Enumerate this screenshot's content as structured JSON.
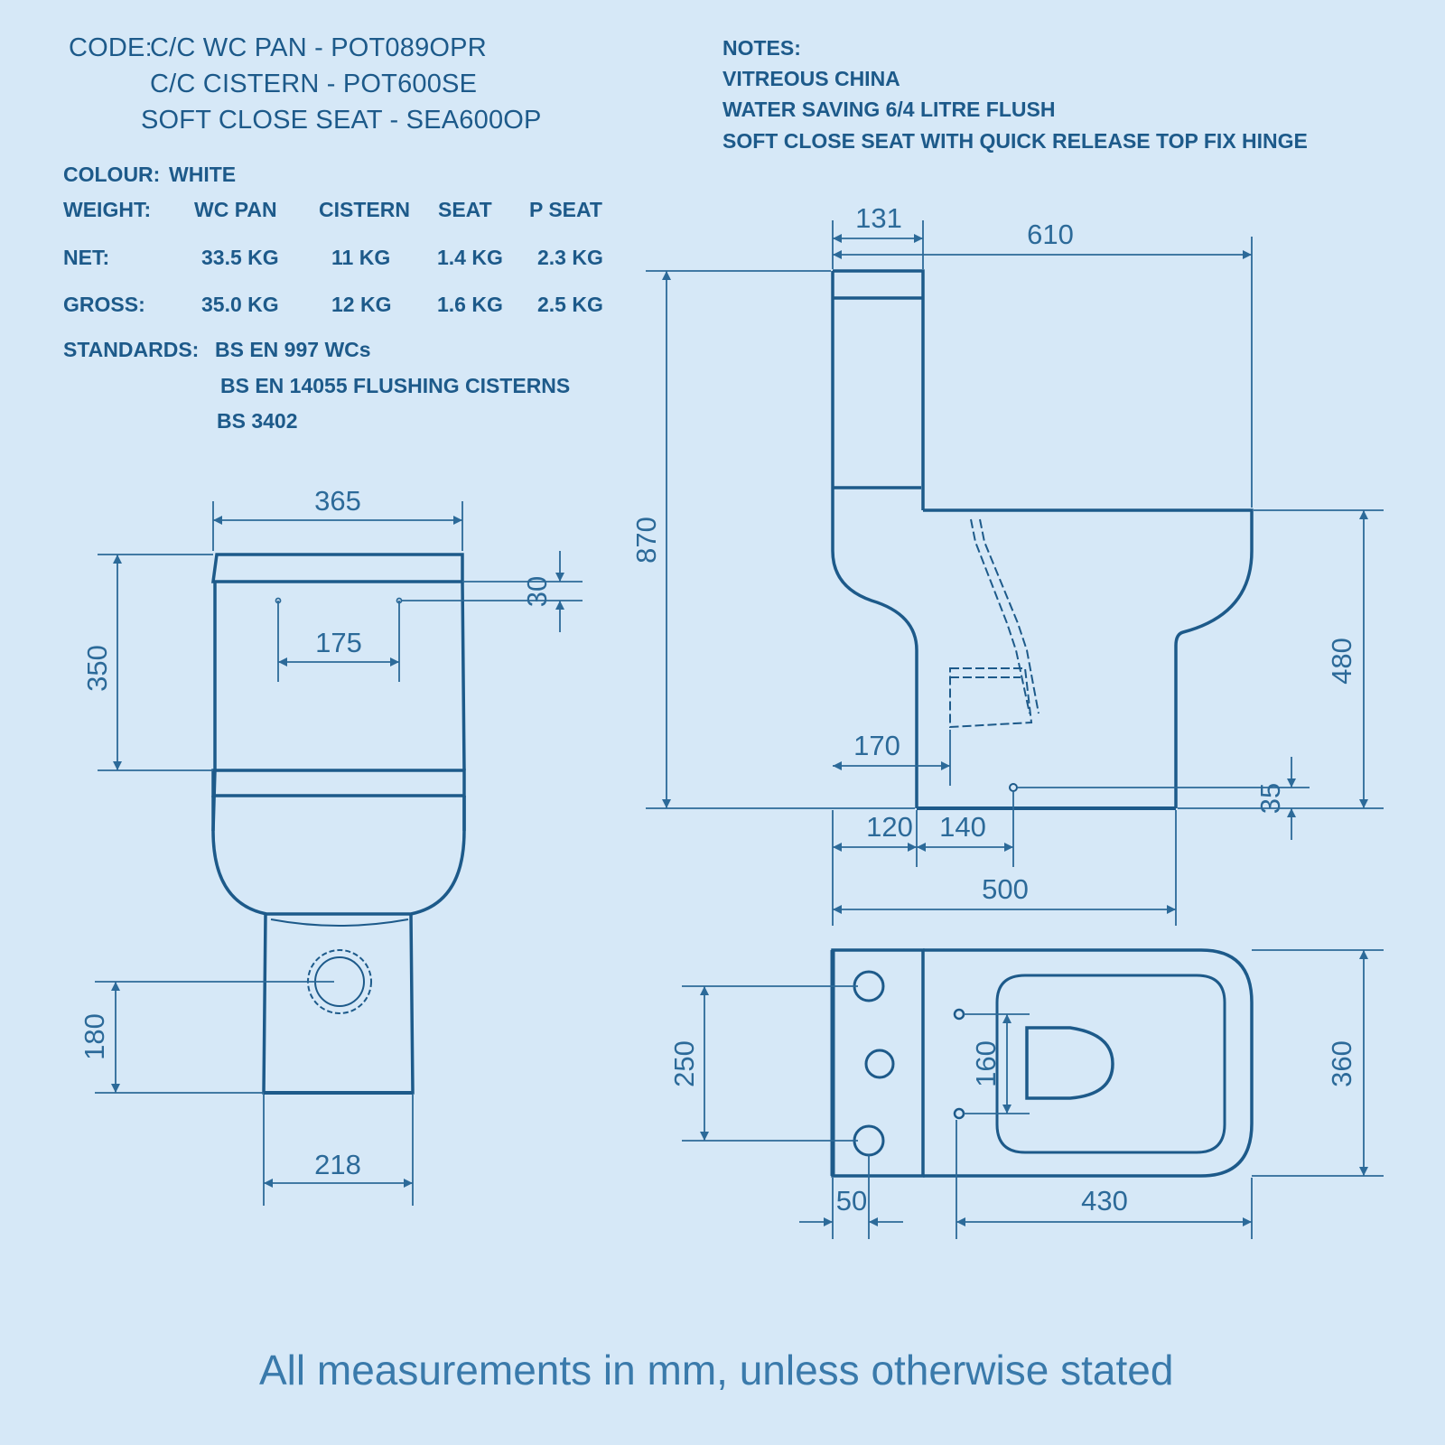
{
  "header": {
    "code_label": "CODE:",
    "code_line1": "C/C WC PAN -  POT089OPR",
    "code_line2": "C/C CISTERN - POT600SE",
    "code_line3": "SOFT CLOSE SEAT - SEA600OP",
    "colour_label": "COLOUR:",
    "colour_value": "WHITE"
  },
  "weights": {
    "label": "WEIGHT:",
    "columns": [
      "WC PAN",
      "CISTERN",
      "SEAT",
      "P SEAT"
    ],
    "rows": [
      {
        "label": "NET:",
        "values": [
          "33.5 KG",
          "11 KG",
          "1.4 KG",
          "2.3 KG"
        ]
      },
      {
        "label": "GROSS:",
        "values": [
          "35.0 KG",
          "12 KG",
          "1.6 KG",
          "2.5 KG"
        ]
      }
    ]
  },
  "standards": {
    "label": "STANDARDS:",
    "items": [
      "BS EN 997 WCs",
      "BS EN 14055 FLUSHING CISTERNS",
      "BS 3402"
    ]
  },
  "notes": {
    "title": "NOTES:",
    "items": [
      "VITREOUS CHINA",
      "WATER SAVING 6/4 LITRE FLUSH",
      "SOFT CLOSE SEAT WITH QUICK RELEASE TOP FIX   HINGE"
    ]
  },
  "dimensions": {
    "front": {
      "width": "365",
      "height": "350",
      "hole_spacing": "175",
      "hole_offset": "30",
      "outlet_height": "180",
      "base_width": "218"
    },
    "side": {
      "cistern_depth": "131",
      "overall_depth": "610",
      "overall_height": "870",
      "seat_height": "480",
      "outlet_from_wall": "170",
      "a": "120",
      "b": "140",
      "base_depth": "500",
      "fixing_height": "35"
    },
    "top": {
      "fixing_spacing": "250",
      "seat_hinge_spacing": "160",
      "width": "360",
      "hole_offset": "50",
      "pan_length": "430"
    }
  },
  "footer": "All measurements in mm, unless otherwise stated"
}
